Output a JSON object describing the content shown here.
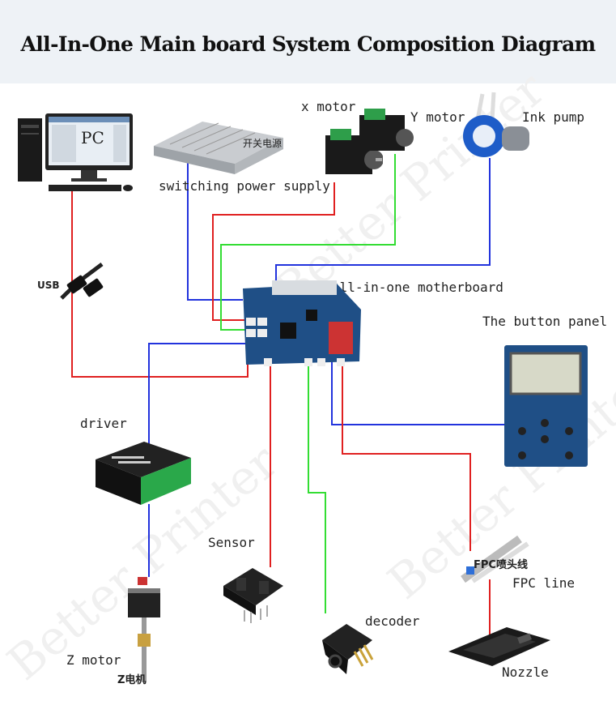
{
  "title": "All-In-One Main board System Composition Diagram",
  "watermark": "Better Printer",
  "labels": {
    "pc": "PC",
    "usb": "USB",
    "power_cn": "开关电源",
    "power": "switching power supply",
    "x_motor": "x motor",
    "y_motor": "Y motor",
    "ink_pump": "Ink pump",
    "motherboard": "All-in-one motherboard",
    "button_panel": "The button panel",
    "driver": "driver",
    "sensor": "Sensor",
    "decoder": "decoder",
    "fpc_cn": "FPC喷头线",
    "fpc": "FPC line",
    "nozzle": "Nozzle",
    "z_motor": "Z motor",
    "z_motor_cn": "Z电机"
  },
  "colors": {
    "red": "#e02020",
    "blue": "#2233dd",
    "green": "#33dd33",
    "board": "#1f4f86"
  }
}
